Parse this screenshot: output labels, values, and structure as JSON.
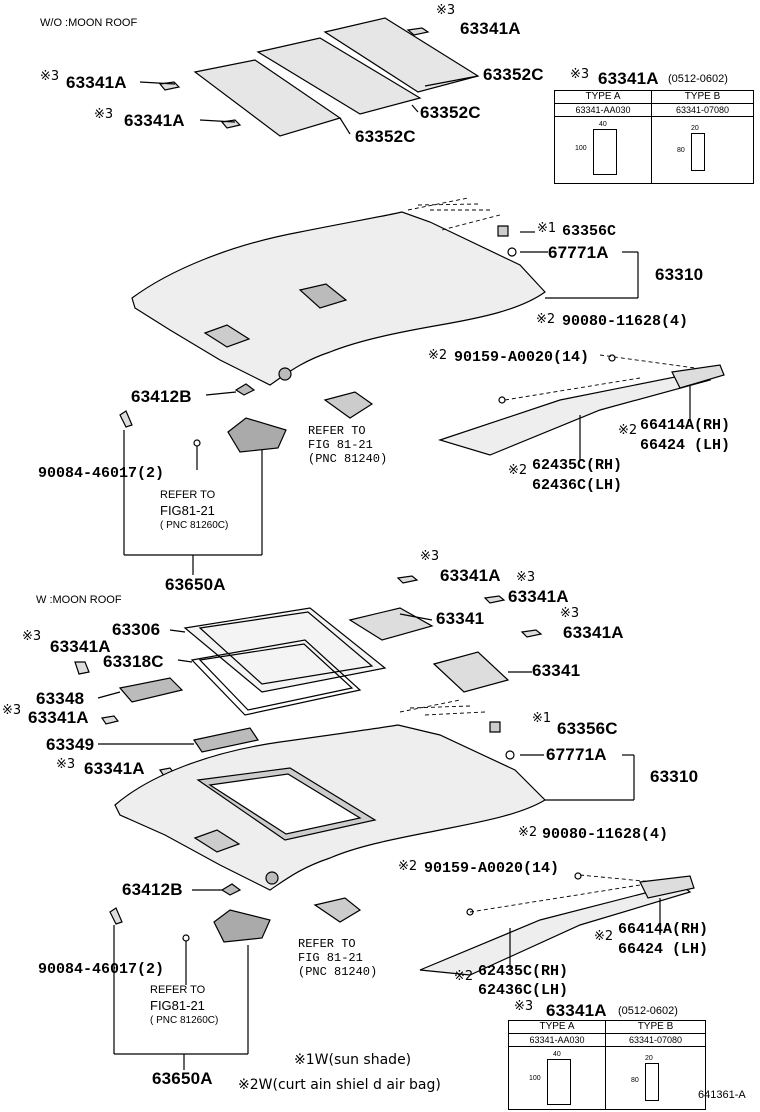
{
  "sections": {
    "no_moon_roof": "W/O :MOON ROOF",
    "moon_roof": "W :MOON ROOF"
  },
  "marks": {
    "m1": "※1",
    "m2": "※2",
    "m3": "※3",
    "ref": "※"
  },
  "parts": {
    "p63341A": "63341A",
    "p63341": "63341",
    "p63352C": "63352C",
    "p63356C": "63356C",
    "p67771A": "67771A",
    "p63310": "63310",
    "p90080": "90080-11628(4)",
    "p90159": "90159-A0020(14)",
    "p63412B": "63412B",
    "p66414A": "66414A(RH)",
    "p66424": "66424  (LH)",
    "p62435C": "62435C(RH)",
    "p62436C": "62436C(LH)",
    "p90084": "90084-46017(2)",
    "p63650A": "63650A",
    "p63306": "63306",
    "p63318C": "63318C",
    "p63348": "63348",
    "p63349": "63349",
    "p63356C_m": "63356C"
  },
  "refs": {
    "fig81240": [
      "REFER TO",
      "FIG 81-21",
      "(PNC 81240)"
    ],
    "fig81260": [
      "REFER TO",
      "FIG81-21",
      "( PNC 81260C)"
    ]
  },
  "date_range": "(0512-0602)",
  "type_table": {
    "headers": [
      "TYPE A",
      "TYPE B"
    ],
    "part_numbers": [
      "63341-AA030",
      "63341-07080"
    ],
    "a_dims": [
      "40",
      "100"
    ],
    "b_dims": [
      "20",
      "80"
    ]
  },
  "notes": {
    "n1": "※1W(sun shade)",
    "n2": "※2W(curt ain shiel d air bag)"
  },
  "diagram_id": "641361-A"
}
